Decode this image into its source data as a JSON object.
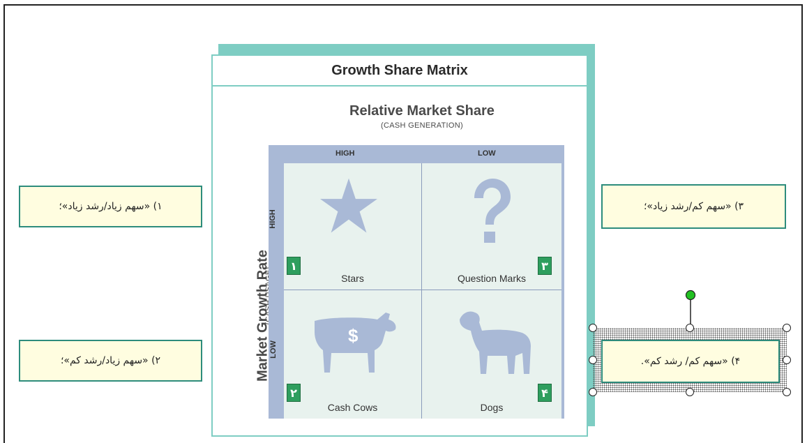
{
  "matrix": {
    "title": "Growth Share Matrix",
    "x_axis_title": "Relative Market Share",
    "x_axis_subtitle": "(CASH GENERATION)",
    "y_axis_title": "Market Growth Rate",
    "y_axis_subtitle": "(CASH USAGE)",
    "col_high": "HIGH",
    "col_low": "LOW",
    "row_high": "HIGH",
    "row_low": "LOW",
    "cells": [
      {
        "label": "Stars",
        "number": "١",
        "icon": "star-icon"
      },
      {
        "label": "Question Marks",
        "number": "٣",
        "icon": "question-mark-icon"
      },
      {
        "label": "Cash Cows",
        "number": "٢",
        "icon": "cow-icon"
      },
      {
        "label": "Dogs",
        "number": "۴",
        "icon": "dog-icon"
      }
    ]
  },
  "callouts": {
    "c1": "۱) «سهم زیاد/رشد زیاد»؛",
    "c2": "۲) «سهم زیاد/رشد کم»؛",
    "c3": "۳) «سهم کم/رشد زیاد»؛",
    "c4": "۴) «سهم کم/ رشد کم»."
  },
  "colors": {
    "frame_teal": "#7ecdc3",
    "grid_band": "#a9b9d6",
    "cell_fill": "#e8f2ee",
    "icon_fill": "#a9b9d6",
    "badge_green": "#2e9e5e",
    "callout_fill": "#fffde0",
    "callout_border": "#2d8c7c",
    "rotation_handle": "#22c022"
  }
}
